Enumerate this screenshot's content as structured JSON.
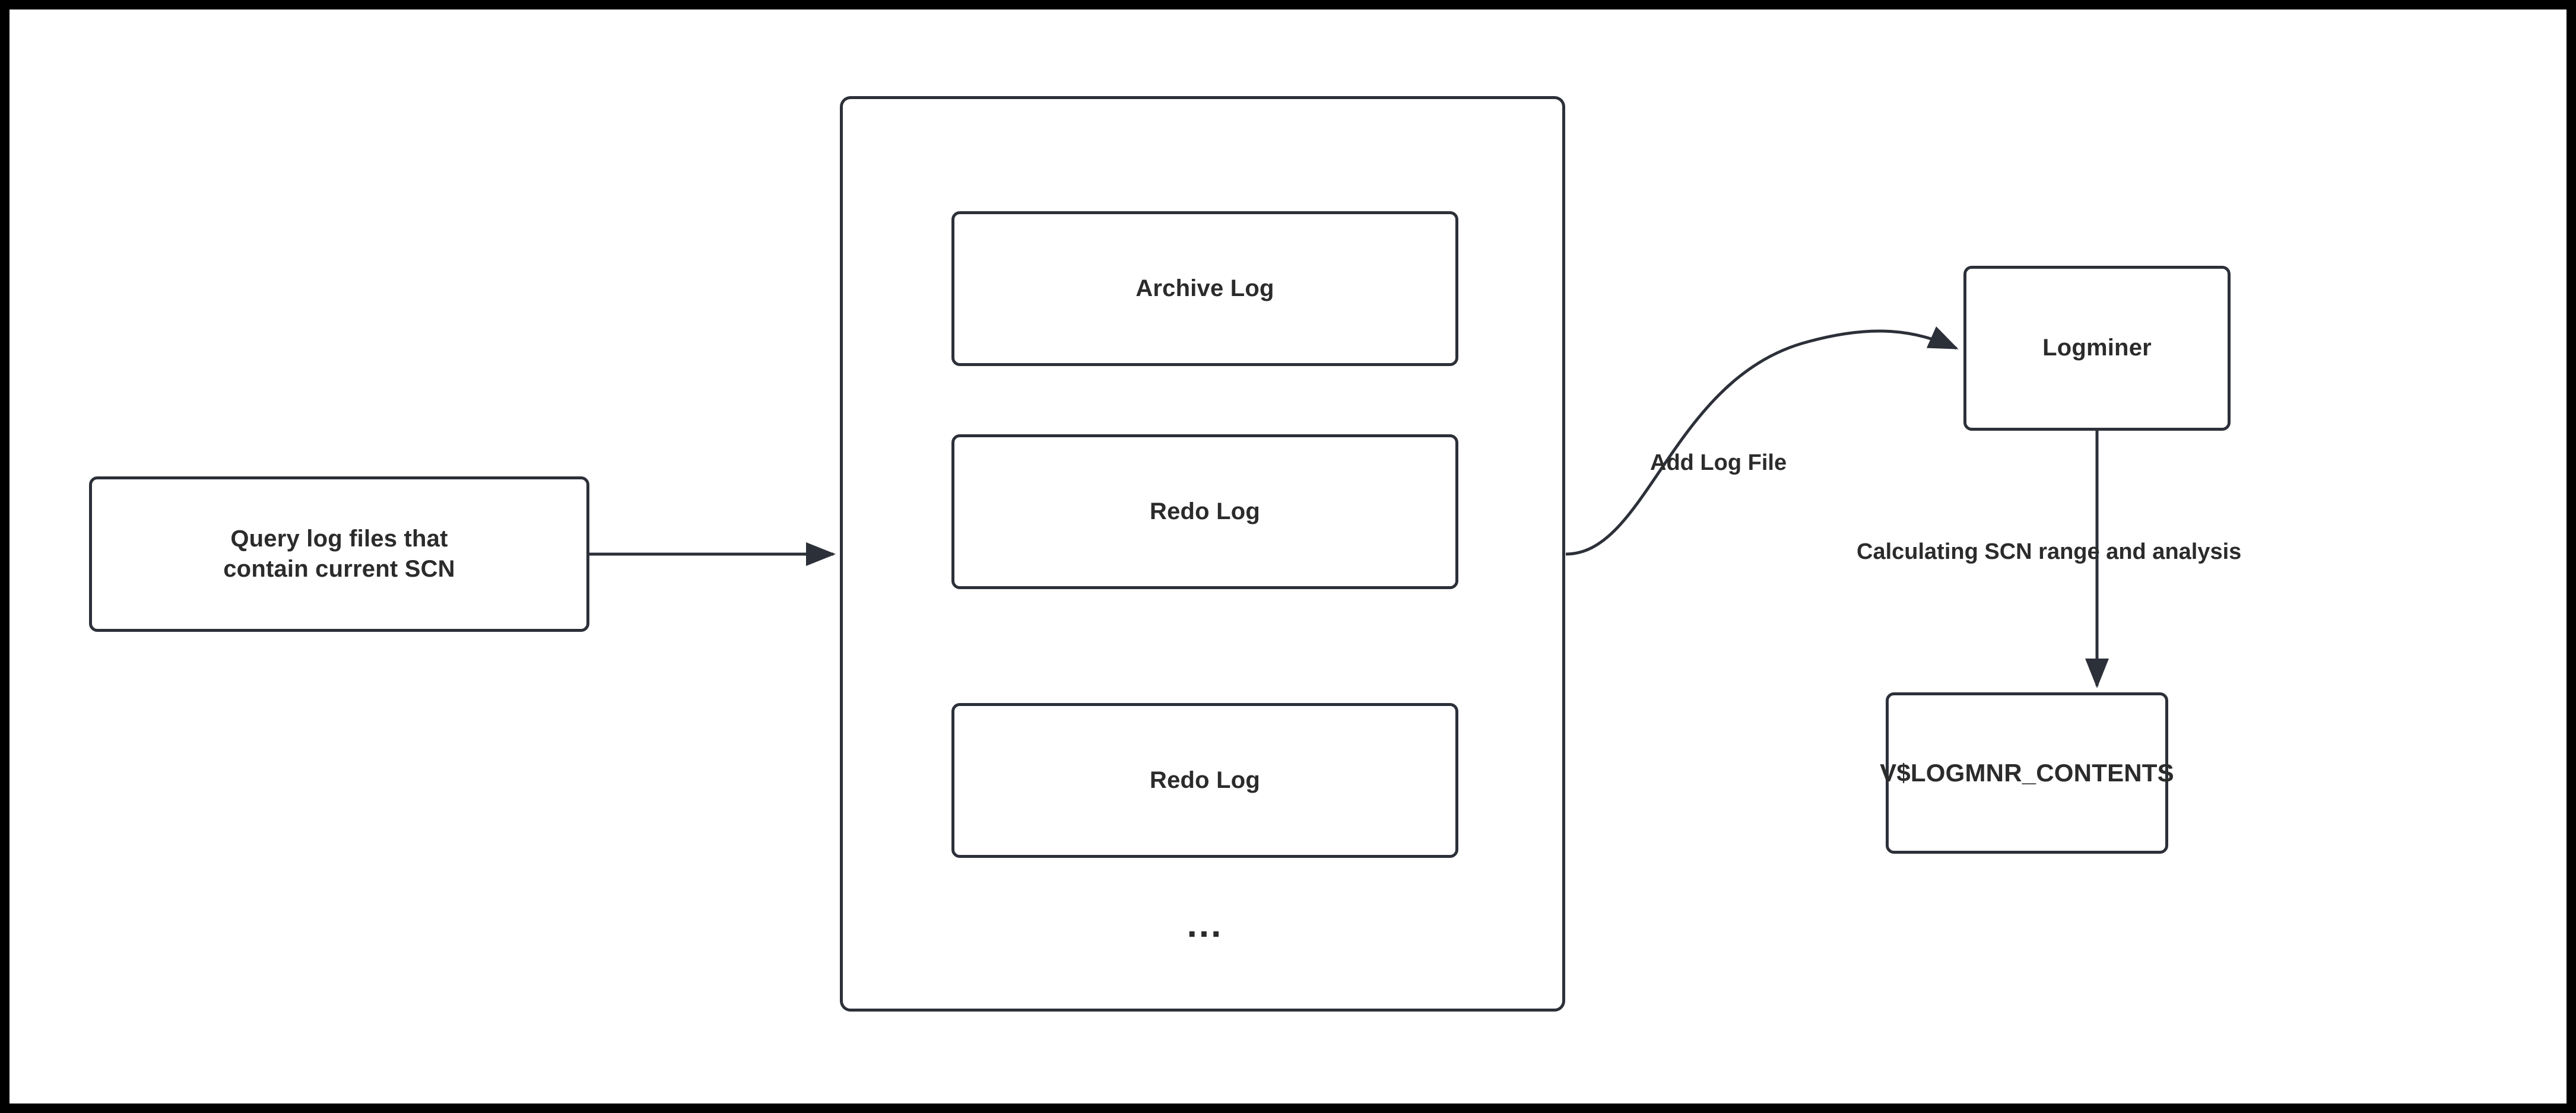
{
  "diagram": {
    "title": "Oracle Logminer log mining flow",
    "background": "#ffffff",
    "frame_color": "#000000",
    "stroke_color": "#2c3039",
    "text_color": "#2b2b2b",
    "nodes": {
      "query": {
        "label": "Query log files that\ncontain current SCN"
      },
      "log_container": {
        "label": ""
      },
      "archive_log": {
        "label": "Archive Log"
      },
      "redo_log_1": {
        "label": "Redo Log"
      },
      "redo_log_2": {
        "label": "Redo Log"
      },
      "ellipsis": {
        "label": "..."
      },
      "logminer": {
        "label": "Logminer"
      },
      "logmnr_contents": {
        "label": "V$LOGMNR_CONTENTS"
      }
    },
    "edges": {
      "query_to_container": {
        "label": ""
      },
      "container_to_logminer": {
        "label": "Add Log File"
      },
      "logminer_to_contents": {
        "label": "Calculating SCN range and analysis"
      }
    }
  }
}
